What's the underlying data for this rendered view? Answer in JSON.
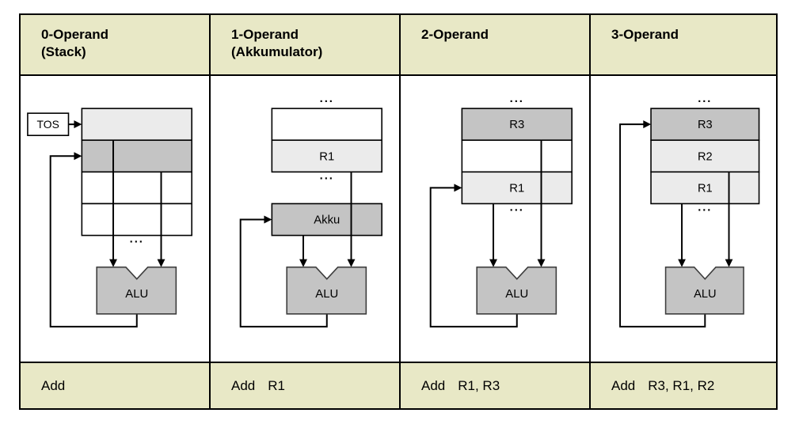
{
  "colors": {
    "band_bg": "#e8e8c6",
    "cell_light": "#ebebeb",
    "cell_mid": "#c4c4c4",
    "cell_white": "#ffffff",
    "alu_fill": "#c4c4c4",
    "alu_stroke": "#3d3d3d",
    "line": "#000000"
  },
  "table": {
    "columns": [
      {
        "header": [
          "0-Operand",
          "(Stack)"
        ],
        "instruction": {
          "mnemonic": "Add",
          "operands": ""
        },
        "diagram": {
          "pointer_label": "TOS",
          "dots": "...",
          "dots_above": false,
          "dots_below": true,
          "cells": [
            {
              "label": "",
              "fill": "light"
            },
            {
              "label": "",
              "fill": "mid"
            },
            {
              "label": "",
              "fill": "white"
            },
            {
              "label": "",
              "fill": "white"
            }
          ],
          "accumulator": null,
          "alu_label": "ALU",
          "left_input": "cell:0",
          "right_input": "cell:1",
          "feedback_to": "cell:1"
        }
      },
      {
        "header": [
          "1-Operand",
          "(Akkumulator)"
        ],
        "instruction": {
          "mnemonic": "Add",
          "operands": "R1"
        },
        "diagram": {
          "pointer_label": null,
          "dots": "...",
          "dots_above": true,
          "dots_below": true,
          "cells": [
            {
              "label": "",
              "fill": "white"
            },
            {
              "label": "R1",
              "fill": "light"
            }
          ],
          "accumulator": {
            "label": "Akku"
          },
          "alu_label": "ALU",
          "left_input": "akku",
          "right_input": "cell:1",
          "feedback_to": "akku"
        }
      },
      {
        "header": [
          "2-Operand",
          ""
        ],
        "instruction": {
          "mnemonic": "Add",
          "operands": "R1, R3"
        },
        "diagram": {
          "pointer_label": null,
          "dots": "...",
          "dots_above": true,
          "dots_below": true,
          "cells": [
            {
              "label": "R3",
              "fill": "mid"
            },
            {
              "label": "",
              "fill": "white"
            },
            {
              "label": "R1",
              "fill": "light"
            }
          ],
          "accumulator": null,
          "alu_label": "ALU",
          "left_input": "cell:2",
          "right_input": "cell:0",
          "feedback_to": "cell:2"
        }
      },
      {
        "header": [
          "3-Operand",
          ""
        ],
        "instruction": {
          "mnemonic": "Add",
          "operands": "R3, R1, R2"
        },
        "diagram": {
          "pointer_label": null,
          "dots": "...",
          "dots_above": true,
          "dots_below": true,
          "cells": [
            {
              "label": "R3",
              "fill": "mid"
            },
            {
              "label": "R2",
              "fill": "light"
            },
            {
              "label": "R1",
              "fill": "light"
            }
          ],
          "accumulator": null,
          "alu_label": "ALU",
          "left_input": "cell:2",
          "right_input": "cell:1",
          "feedback_to": "cell:0"
        }
      }
    ]
  }
}
